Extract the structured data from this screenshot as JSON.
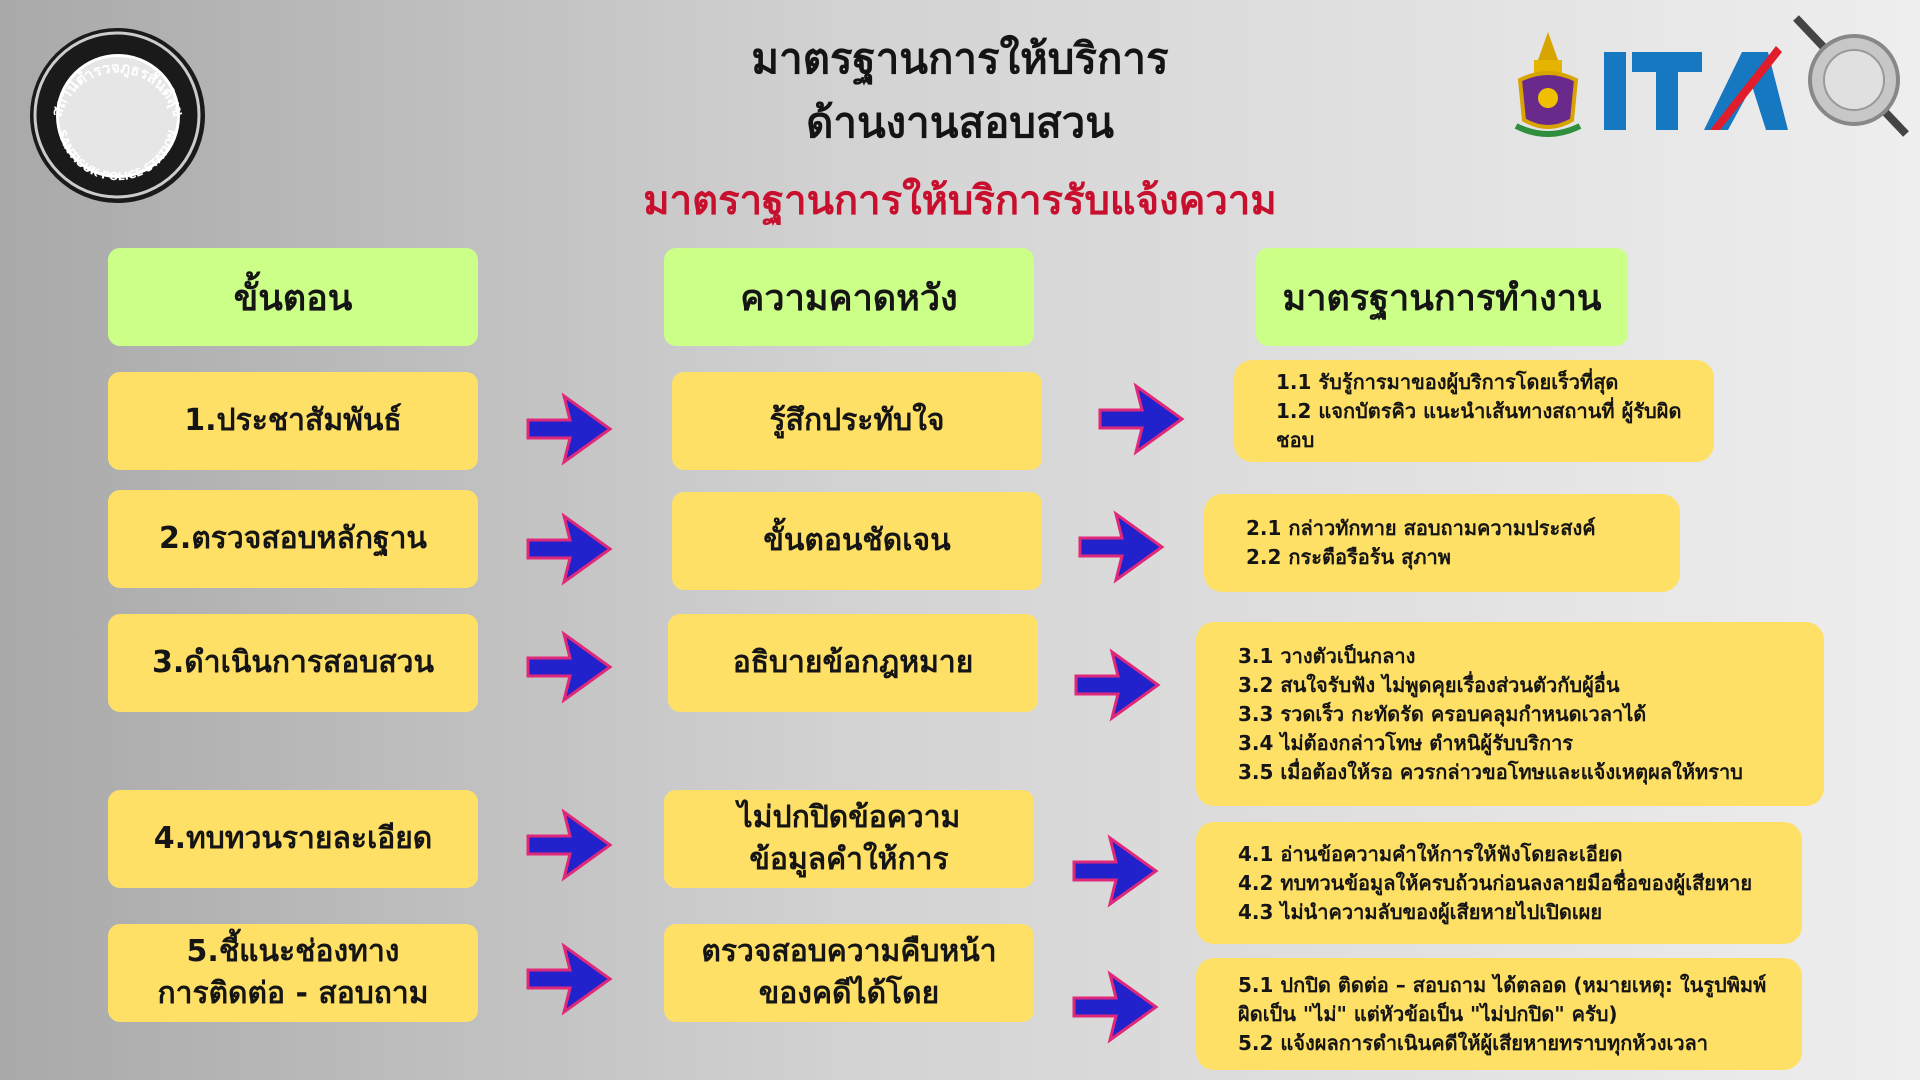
{
  "title": {
    "line1": "มาตรฐานการให้บริการ",
    "line2": "ด้านงานสอบสวน",
    "subtitle": "มาตราฐานการให้บริการรับแจ้งความ"
  },
  "logos": {
    "police_ring_top": "สถานีตำรวจภูธรสันติสุข",
    "police_ring_bottom": "SANTISUK POLICE STATION",
    "ita": "ITA"
  },
  "headers": {
    "step": "ขั้นตอน",
    "expectation": "ความคาดหวัง",
    "standard": "มาตรฐานการทำงาน"
  },
  "rows": [
    {
      "step": [
        "1.ประชาสัมพันธ์"
      ],
      "expectation": [
        "รู้สึกประทับใจ"
      ],
      "standards": [
        "1.1 รับรู้การมาของผู้บริการโดยเร็วที่สุด",
        "1.2 แจกบัตรคิว แนะนำเส้นทางสถานที่ ผู้รับผิดชอบ"
      ]
    },
    {
      "step": [
        "2.ตรวจสอบหลักฐาน"
      ],
      "expectation": [
        "ขั้นตอนชัดเจน"
      ],
      "standards": [
        "2.1 กล่าวทักทาย สอบถามความประสงค์",
        "2.2 กระตือรือร้น สุภาพ"
      ]
    },
    {
      "step": [
        "3.ดำเนินการสอบสวน"
      ],
      "expectation": [
        "อธิบายข้อกฎหมาย"
      ],
      "standards": [
        "3.1 วางตัวเป็นกลาง",
        "3.2 สนใจรับฟัง ไม่พูดคุยเรื่องส่วนตัวกับผู้อื่น",
        "3.3 รวดเร็ว กะทัดรัด ครอบคลุมกำหนดเวลาได้",
        "3.4 ไม่ต้องกล่าวโทษ ตำหนิผู้รับบริการ",
        "3.5 เมื่อต้องให้รอ ควรกล่าวขอโทษและแจ้งเหตุผลให้ทราบ"
      ]
    },
    {
      "step": [
        "4.ทบทวนรายละเอียด"
      ],
      "expectation": [
        "ไม่ปกปิดข้อความ",
        "ข้อมูลคำให้การ"
      ],
      "standards": [
        "4.1 อ่านข้อความคำให้การให้ฟังโดยละเอียด",
        "4.2 ทบทวนข้อมูลให้ครบถ้วนก่อนลงลายมือชื่อของผู้เสียหาย",
        "4.3 ไม่นำความลับของผู้เสียหายไปเปิดเผย"
      ]
    },
    {
      "step": [
        "5.ชี้แนะช่องทาง",
        "การติดต่อ - สอบถาม"
      ],
      "expectation": [
        "ตรวจสอบความคืบหน้า",
        "ของคดีได้โดย"
      ],
      "standards": [
        "5.1 ปกปิด ติดต่อ – สอบถาม ได้ตลอด (หมายเหตุ: ในรูปพิมพ์",
        "ผิดเป็น \"ไม่\" แต่หัวข้อเป็น \"ไม่ปกปิด\" ครับ)",
        "5.2 แจ้งผลการดำเนินคดีให้ผู้เสียหายทราบทุกห้วงเวลา"
      ]
    }
  ],
  "colors": {
    "header_green": "#ccff88",
    "box_yellow": "#ffe066",
    "arrow_blue": "#2222cc",
    "arrow_outline": "#e0287a",
    "subtitle_red": "#c8102e"
  }
}
